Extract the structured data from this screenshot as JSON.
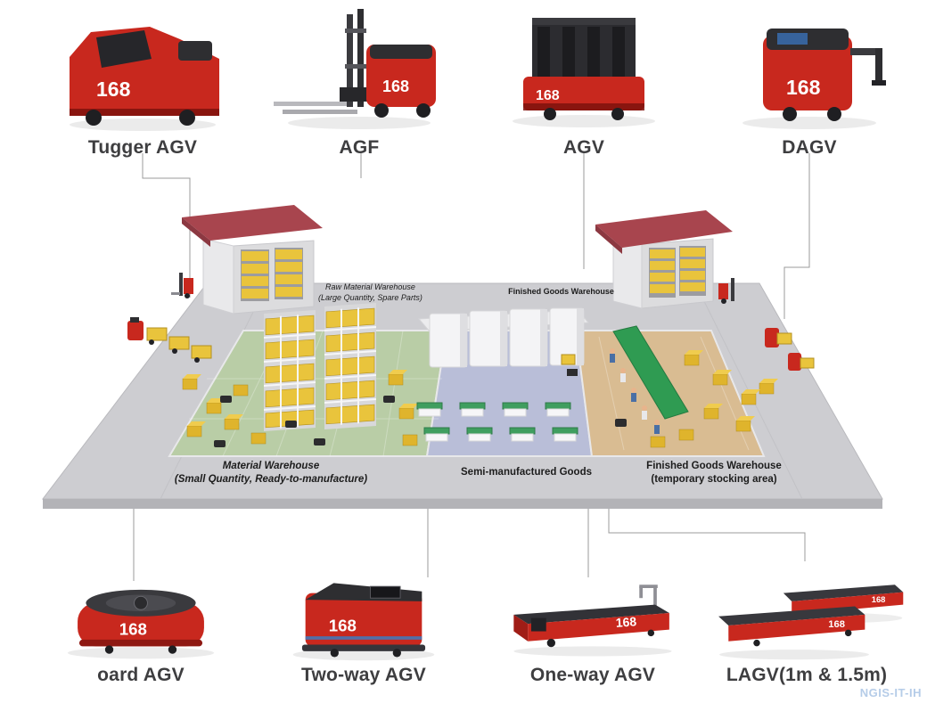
{
  "branding": {
    "logo": "168"
  },
  "top_row": [
    {
      "label": "Tugger AGV"
    },
    {
      "label": "AGF"
    },
    {
      "label": "AGV"
    },
    {
      "label": "DAGV"
    }
  ],
  "bottom_row": [
    {
      "label": "oard AGV"
    },
    {
      "label": "Two-way AGV"
    },
    {
      "label": "One-way AGV"
    },
    {
      "label": "LAGV(1m & 1.5m)"
    }
  ],
  "diagram": {
    "zones": {
      "raw_material": {
        "line1": "Raw Material Warehouse",
        "line2": "(Large Quantity, Spare Parts)"
      },
      "finished_goods": {
        "line1": "Finished Goods Warehouse"
      },
      "material": {
        "line1": "Material Warehouse",
        "line2": "(Small Quantity, Ready-to-manufacture)"
      },
      "semi_manufactured": {
        "line1": "Semi-manufactured Goods"
      },
      "finished_temp": {
        "line1": "Finished Goods Warehouse",
        "line2": "(temporary stocking area)"
      }
    },
    "colors": {
      "platform": "#cdcdd1",
      "material_zone": "#b9cda6",
      "semi_zone": "#b9bed8",
      "finished_zone": "#d9bc92",
      "roof": "#a8454e",
      "pallet": "#e9c43c",
      "conveyor": "#2f9b52",
      "vehicle_red": "#c8281e"
    }
  },
  "watermark": "NGIS-IT-IH"
}
